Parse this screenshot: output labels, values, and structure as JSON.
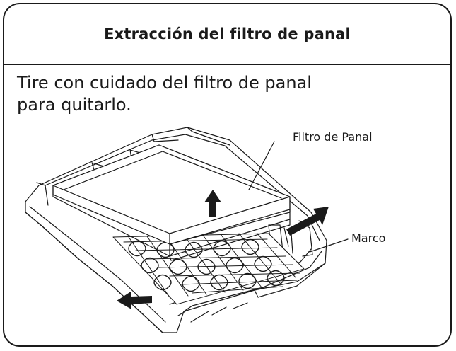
{
  "header": {
    "title": "Extracción del filtro de panal"
  },
  "instruction": {
    "text": "Tire con cuidado del filtro de panal para quitarlo."
  },
  "callouts": {
    "filter_label": "Filtro de Panal",
    "frame_label": "Marco"
  },
  "colors": {
    "ink": "#1a1a1a",
    "background": "#ffffff"
  },
  "icons": [
    "arrow-up-icon",
    "arrow-right-up-icon",
    "arrow-left-down-icon"
  ]
}
